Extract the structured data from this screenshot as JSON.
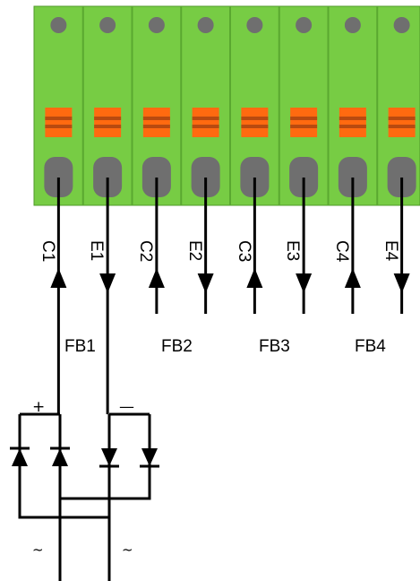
{
  "colors": {
    "block_body": "#77cc44",
    "block_divider": "#5aa830",
    "block_outline": "#4f9a2a",
    "screw": "#6f6f6f",
    "lever": "#ff6a10",
    "lever_stripe": "#b84a10",
    "wire": "#000000"
  },
  "terminals": [
    {
      "label": "C1",
      "direction": "up"
    },
    {
      "label": "E1",
      "direction": "down"
    },
    {
      "label": "C2",
      "direction": "up"
    },
    {
      "label": "E2",
      "direction": "down"
    },
    {
      "label": "C3",
      "direction": "up"
    },
    {
      "label": "E3",
      "direction": "down"
    },
    {
      "label": "C4",
      "direction": "up"
    },
    {
      "label": "E4",
      "direction": "down"
    }
  ],
  "feedback_labels": [
    "FB1",
    "FB2",
    "FB3",
    "FB4"
  ],
  "bridge": {
    "plus": "+",
    "minus": "—",
    "ac_left": "~",
    "ac_right": "~"
  }
}
